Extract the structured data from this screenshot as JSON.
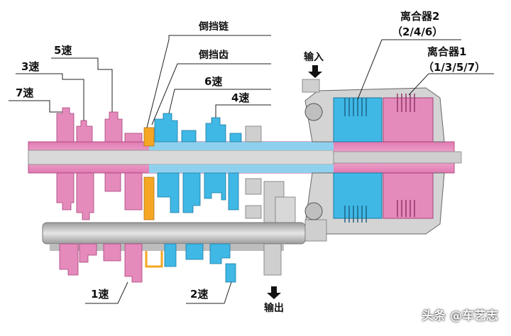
{
  "labels": {
    "speed5": "5速",
    "speed3": "3速",
    "speed7": "7速",
    "reverse_chain": "倒挡链",
    "reverse_gear": "倒挡齿",
    "speed6": "6速",
    "speed4": "4速",
    "input": "输入",
    "clutch2": "离合器2",
    "clutch2_gears": "（2/4/6）",
    "clutch1": "离合器1",
    "clutch1_gears": "（1/3/5/7）",
    "speed1": "1速",
    "speed2": "2速",
    "output": "输出"
  },
  "watermark": "头条 @车艺志",
  "colors": {
    "odd_gears_pink": "#e58bbc",
    "even_gears_blue": "#3fb8e6",
    "reverse_orange": "#f5a623",
    "housing_gray": "#c8c8c8",
    "shaft_gray": "#bdbdbd"
  }
}
